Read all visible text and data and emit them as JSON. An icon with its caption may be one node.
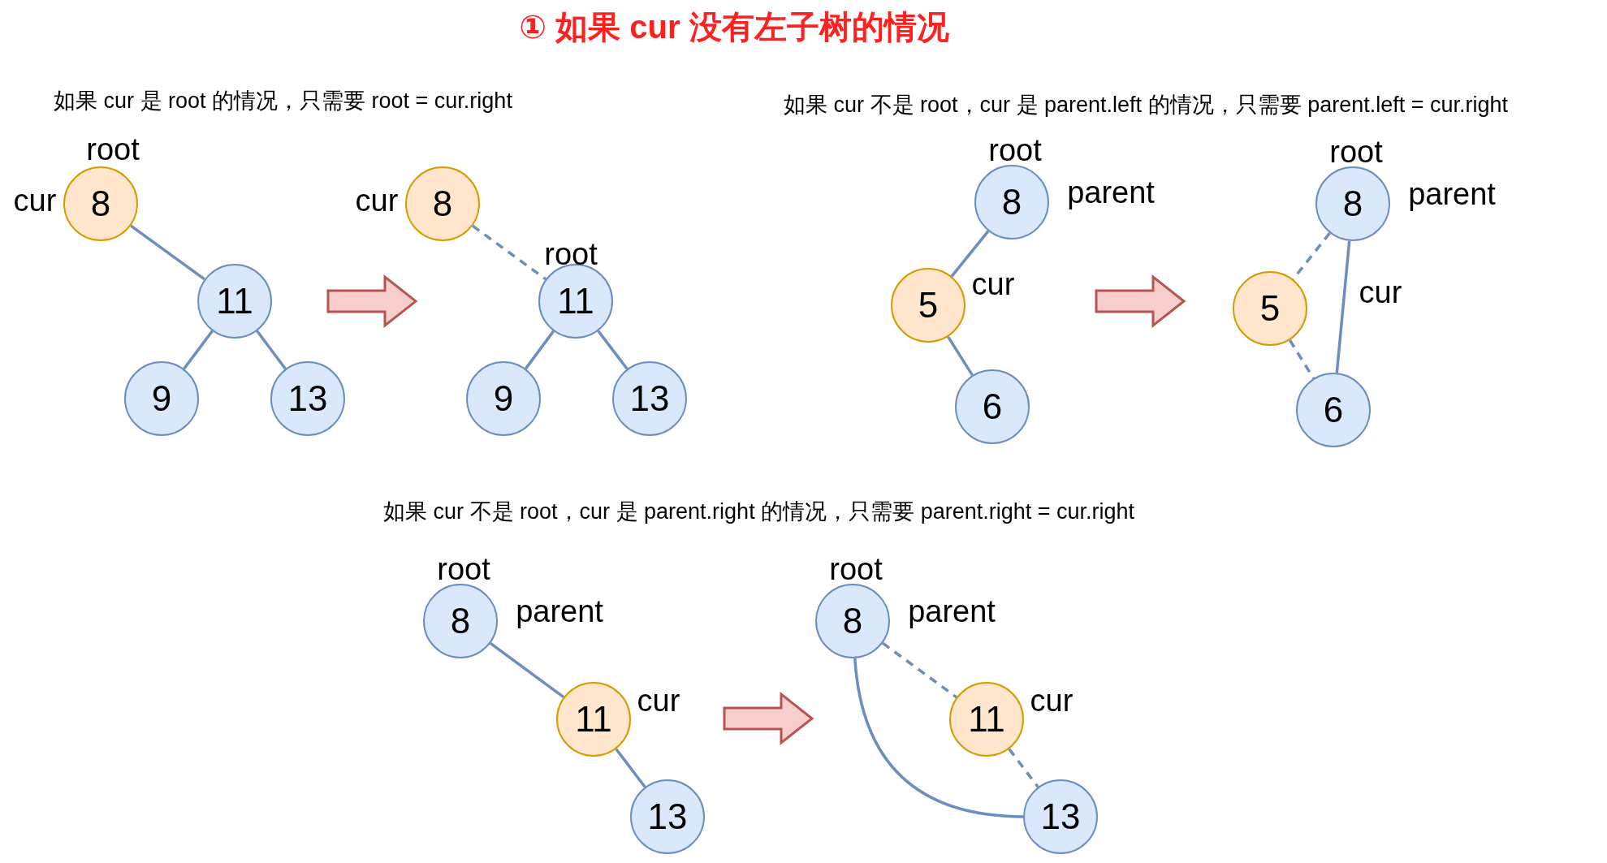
{
  "diagram": {
    "title": "① 如果 cur 没有左子树的情况",
    "nodes": [
      {
        "text": [
          "8"
        ],
        "beside": [
          "root",
          "cur"
        ]
      },
      {
        "text": [
          "11"
        ]
      },
      {
        "text": [
          "9"
        ]
      },
      {
        "text": [
          "13"
        ]
      },
      {
        "text": [
          "8"
        ],
        "beside": [
          "cur"
        ]
      },
      {
        "text": [
          "11"
        ],
        "beside": [
          "root"
        ]
      },
      {
        "text": [
          "9"
        ]
      },
      {
        "text": [
          "13"
        ]
      },
      {
        "text": [
          "8"
        ],
        "beside": [
          "root",
          "parent"
        ]
      },
      {
        "text": [
          "5"
        ],
        "beside": [
          "cur"
        ]
      },
      {
        "text": [
          "6"
        ]
      },
      {
        "text": [
          "8"
        ],
        "beside": [
          "root",
          "parent"
        ]
      },
      {
        "text": [
          "5"
        ],
        "beside": [
          "cur"
        ]
      },
      {
        "text": [
          "6"
        ]
      },
      {
        "text": [
          "8"
        ],
        "beside": [
          "root",
          "parent"
        ]
      },
      {
        "text": [
          "11"
        ],
        "beside": [
          "cur"
        ]
      },
      {
        "text": [
          "13"
        ]
      },
      {
        "text": [
          "8"
        ],
        "beside": [
          "root",
          "parent"
        ]
      },
      {
        "text": [
          "11"
        ],
        "beside": [
          "cur"
        ]
      },
      {
        "text": [
          "13"
        ]
      }
    ],
    "edges": [
      {
        "from": 0,
        "to": 1,
        "arrow": "none"
      },
      {
        "from": 1,
        "to": 2,
        "arrow": "none"
      },
      {
        "from": 1,
        "to": 3,
        "arrow": "none"
      },
      {
        "from": 4,
        "to": 5,
        "arrow": "none",
        "style": "dashed"
      },
      {
        "from": 5,
        "to": 6,
        "arrow": "none"
      },
      {
        "from": 5,
        "to": 7,
        "arrow": "none"
      },
      {
        "from": 8,
        "to": 9,
        "arrow": "none"
      },
      {
        "from": 9,
        "to": 10,
        "arrow": "none"
      },
      {
        "from": 11,
        "to": 12,
        "arrow": "none",
        "style": "dashed"
      },
      {
        "from": 12,
        "to": 13,
        "arrow": "none",
        "style": "dashed"
      },
      {
        "from": 11,
        "to": 13,
        "arrow": "none"
      },
      {
        "from": 14,
        "to": 15,
        "arrow": "none"
      },
      {
        "from": 15,
        "to": 16,
        "arrow": "none"
      },
      {
        "from": 17,
        "to": 18,
        "arrow": "none",
        "style": "dashed"
      },
      {
        "from": 18,
        "to": 19,
        "arrow": "none",
        "style": "dashed"
      },
      {
        "from": 17,
        "to": 19,
        "arrow": "none"
      }
    ],
    "labels": [
      "如果 cur 是 root 的情况，只需要 root = cur.right",
      "如果 cur 不是 root，cur 是 parent.left 的情况，只需要 parent.left = cur.right",
      "如果 cur 不是 root，cur 是 parent.right 的情况，只需要 parent.right = cur.right"
    ]
  }
}
